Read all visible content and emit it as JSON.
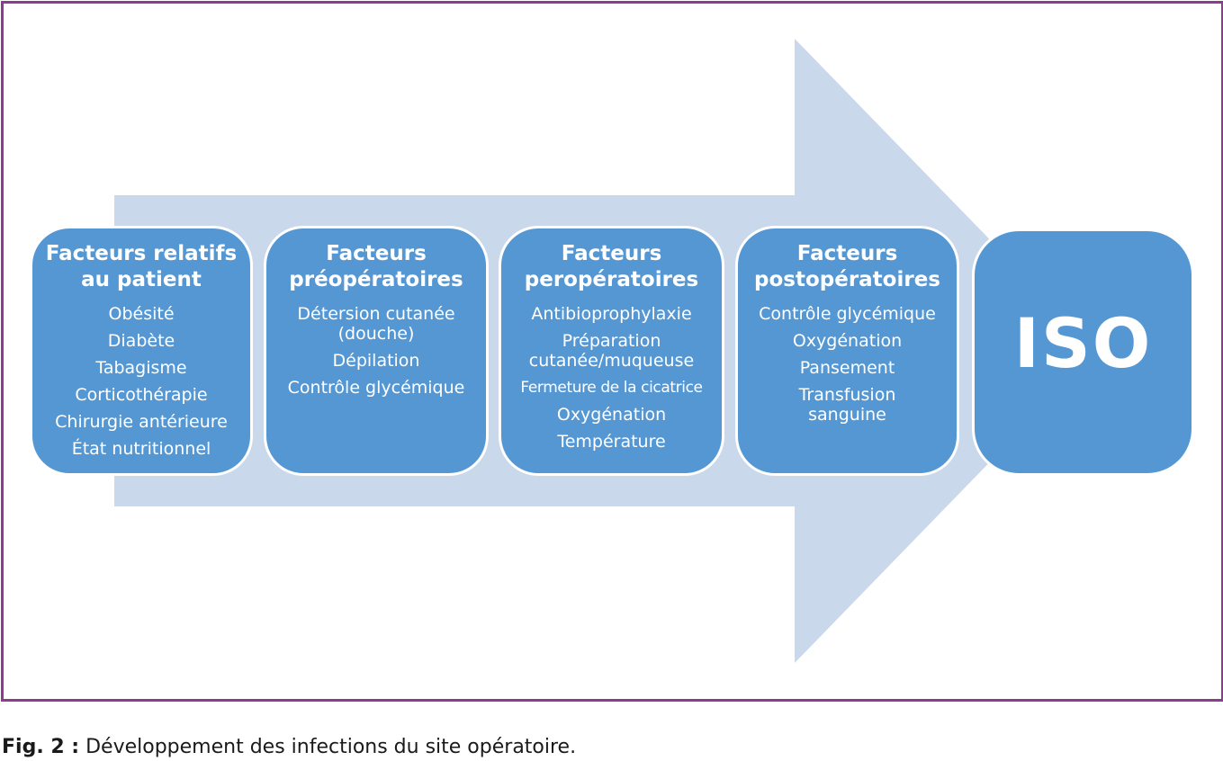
{
  "diagram": {
    "colors": {
      "frame": "#8e3a8f",
      "arrow": "#c9d8ea",
      "box": "#5597d3",
      "text": "#ffffff"
    },
    "stages": [
      {
        "title_lines": [
          "Facteurs relatifs",
          "au patient"
        ],
        "items": [
          [
            "Obésité"
          ],
          [
            "Diabète"
          ],
          [
            "Tabagisme"
          ],
          [
            "Corticothérapie"
          ],
          [
            "Chirurgie antérieure"
          ],
          [
            "État nutritionnel"
          ]
        ]
      },
      {
        "title_lines": [
          "Facteurs",
          "préopératoires"
        ],
        "items": [
          [
            "Détersion cutanée",
            "(douche)"
          ],
          [
            "Dépilation"
          ],
          [
            "Contrôle glycémique"
          ]
        ]
      },
      {
        "title_lines": [
          "Facteurs",
          "peropératoires"
        ],
        "items": [
          [
            "Antibioprophylaxie"
          ],
          [
            "Préparation",
            "cutanée/muqueuse"
          ],
          [
            "Fermeture de la cicatrice"
          ],
          [
            "Oxygénation"
          ],
          [
            "Température"
          ]
        ]
      },
      {
        "title_lines": [
          "Facteurs",
          "postopératoires"
        ],
        "items": [
          [
            "Contrôle glycémique"
          ],
          [
            "Oxygénation"
          ],
          [
            "Pansement"
          ],
          [
            "Transfusion",
            "sanguine"
          ]
        ]
      }
    ],
    "outcome": "ISO"
  },
  "caption": {
    "label": "Fig. 2 :",
    "text": " Développement des infections du site opératoire."
  }
}
